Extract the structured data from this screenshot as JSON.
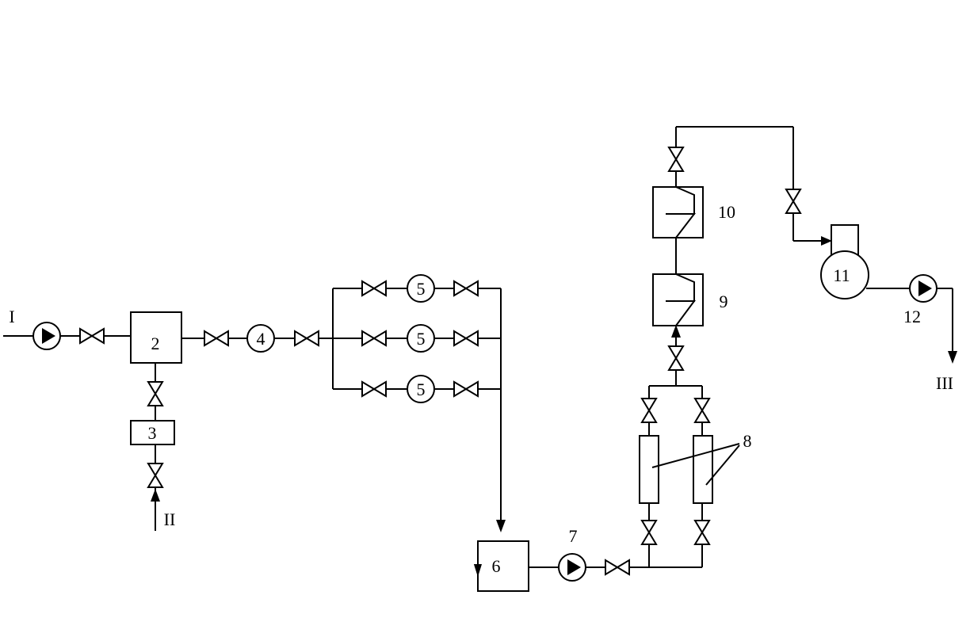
{
  "streams": {
    "inlet_1": "I",
    "inlet_2": "II",
    "outlet_3": "III"
  },
  "equipment": {
    "mixer": "2",
    "dosing_unit": "3",
    "meter": "4",
    "filter": "5",
    "tank": "6",
    "pump_7": "7",
    "columns": "8",
    "heat_exchanger_9": "9",
    "heat_exchanger_10": "10",
    "separator": "11",
    "pump_12": "12"
  },
  "icons": {
    "pump": "pump-icon",
    "valve": "valve-icon",
    "heat_exchanger": "heat-exchanger-icon",
    "arrow": "flow-arrow-icon"
  },
  "colors": {
    "line": "#000000",
    "background": "#ffffff"
  }
}
